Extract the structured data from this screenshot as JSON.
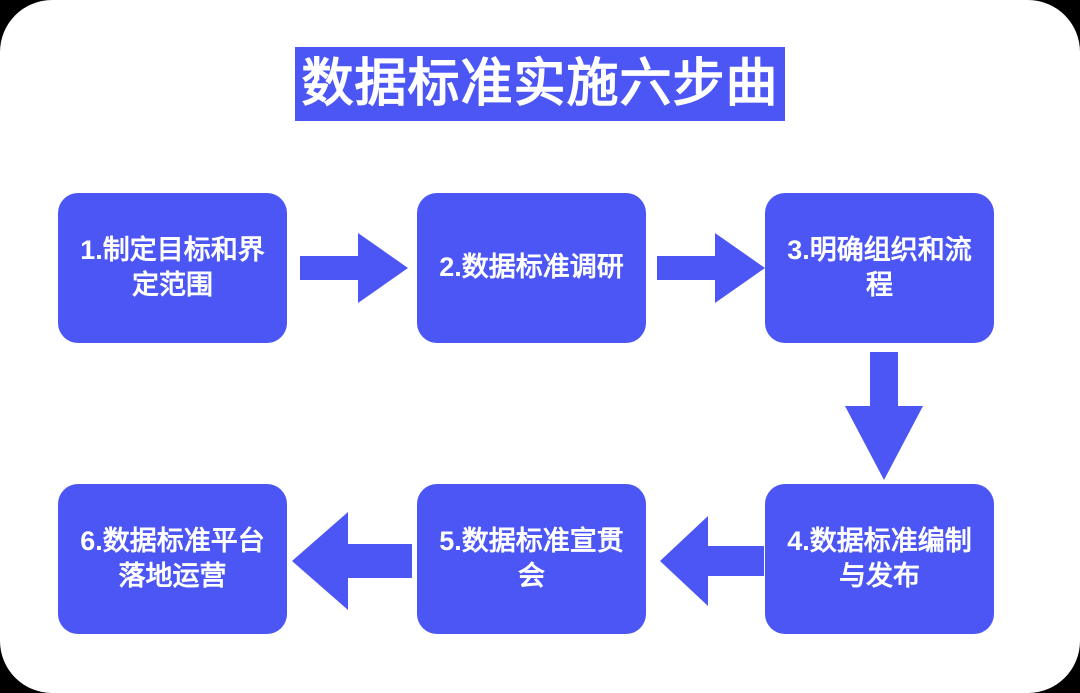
{
  "diagram": {
    "title": "数据标准实施六步曲",
    "accent_color": "#4B56F5",
    "text_color": "#FFFFFF",
    "canvas_color": "#FFFFFF",
    "background_color": "#000000",
    "steps": [
      {
        "number": "1",
        "label": "1.制定目标和界定范围"
      },
      {
        "number": "2",
        "label": "2.数据标准调研"
      },
      {
        "number": "3",
        "label": "3.明确组织和流程"
      },
      {
        "number": "4",
        "label": "4.数据标准编制与发布"
      },
      {
        "number": "5",
        "label": "5.数据标准宣贯会"
      },
      {
        "number": "6",
        "label": "6.数据标准平台落地运营"
      }
    ],
    "connectors": [
      {
        "from": "1",
        "to": "2",
        "direction": "right"
      },
      {
        "from": "2",
        "to": "3",
        "direction": "right"
      },
      {
        "from": "3",
        "to": "4",
        "direction": "down"
      },
      {
        "from": "4",
        "to": "5",
        "direction": "left"
      },
      {
        "from": "5",
        "to": "6",
        "direction": "left"
      }
    ]
  }
}
